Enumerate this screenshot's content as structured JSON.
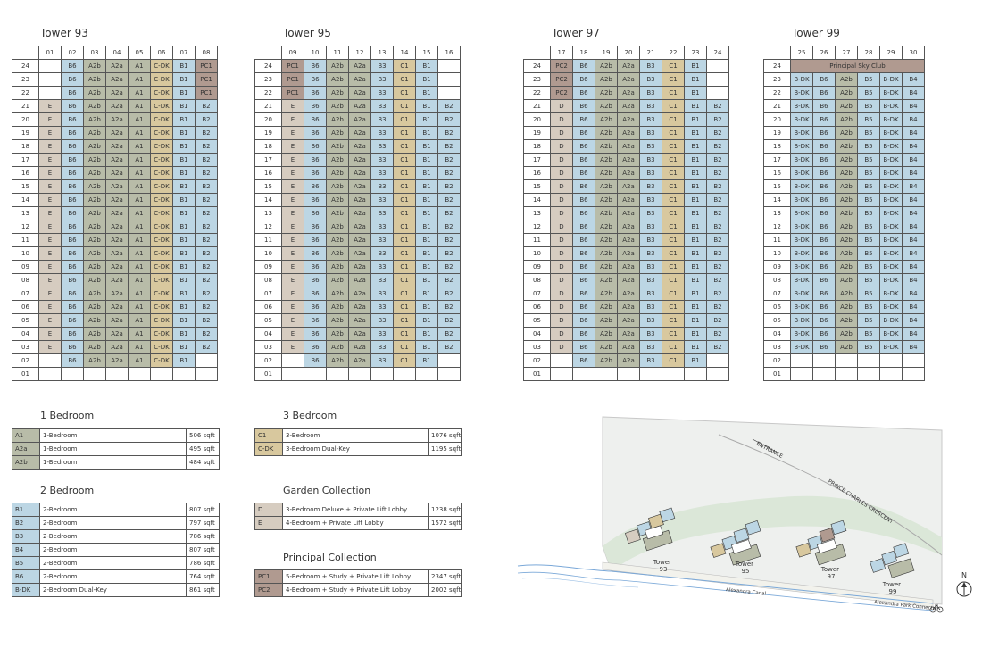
{
  "colors": {
    "A": "#b8bca8",
    "B": "#bcd6e4",
    "C": "#d8c89e",
    "G": "#d6ccc0",
    "P": "#b09a90",
    "blank": "#ffffff"
  },
  "towers": [
    {
      "title": "Tower 93",
      "units": [
        "01",
        "02",
        "03",
        "04",
        "05",
        "06",
        "07",
        "08"
      ],
      "floors": [
        "24",
        "23",
        "22",
        "21",
        "20",
        "19",
        "18",
        "17",
        "16",
        "15",
        "14",
        "13",
        "12",
        "11",
        "10",
        "09",
        "08",
        "07",
        "06",
        "05",
        "04",
        "03",
        "02",
        "01"
      ],
      "rows": [
        [
          "",
          "B6",
          "A2b",
          "A2a",
          "A1",
          "C-DK",
          "B1",
          "PC1"
        ],
        [
          "",
          "B6",
          "A2b",
          "A2a",
          "A1",
          "C-DK",
          "B1",
          "PC1"
        ],
        [
          "",
          "B6",
          "A2b",
          "A2a",
          "A1",
          "C-DK",
          "B1",
          "PC1"
        ],
        [
          "E",
          "B6",
          "A2b",
          "A2a",
          "A1",
          "C-DK",
          "B1",
          "B2"
        ],
        [
          "E",
          "B6",
          "A2b",
          "A2a",
          "A1",
          "C-DK",
          "B1",
          "B2"
        ],
        [
          "E",
          "B6",
          "A2b",
          "A2a",
          "A1",
          "C-DK",
          "B1",
          "B2"
        ],
        [
          "E",
          "B6",
          "A2b",
          "A2a",
          "A1",
          "C-DK",
          "B1",
          "B2"
        ],
        [
          "E",
          "B6",
          "A2b",
          "A2a",
          "A1",
          "C-DK",
          "B1",
          "B2"
        ],
        [
          "E",
          "B6",
          "A2b",
          "A2a",
          "A1",
          "C-DK",
          "B1",
          "B2"
        ],
        [
          "E",
          "B6",
          "A2b",
          "A2a",
          "A1",
          "C-DK",
          "B1",
          "B2"
        ],
        [
          "E",
          "B6",
          "A2b",
          "A2a",
          "A1",
          "C-DK",
          "B1",
          "B2"
        ],
        [
          "E",
          "B6",
          "A2b",
          "A2a",
          "A1",
          "C-DK",
          "B1",
          "B2"
        ],
        [
          "E",
          "B6",
          "A2b",
          "A2a",
          "A1",
          "C-DK",
          "B1",
          "B2"
        ],
        [
          "E",
          "B6",
          "A2b",
          "A2a",
          "A1",
          "C-DK",
          "B1",
          "B2"
        ],
        [
          "E",
          "B6",
          "A2b",
          "A2a",
          "A1",
          "C-DK",
          "B1",
          "B2"
        ],
        [
          "E",
          "B6",
          "A2b",
          "A2a",
          "A1",
          "C-DK",
          "B1",
          "B2"
        ],
        [
          "E",
          "B6",
          "A2b",
          "A2a",
          "A1",
          "C-DK",
          "B1",
          "B2"
        ],
        [
          "E",
          "B6",
          "A2b",
          "A2a",
          "A1",
          "C-DK",
          "B1",
          "B2"
        ],
        [
          "E",
          "B6",
          "A2b",
          "A2a",
          "A1",
          "C-DK",
          "B1",
          "B2"
        ],
        [
          "E",
          "B6",
          "A2b",
          "A2a",
          "A1",
          "C-DK",
          "B1",
          "B2"
        ],
        [
          "E",
          "B6",
          "A2b",
          "A2a",
          "A1",
          "C-DK",
          "B1",
          "B2"
        ],
        [
          "E",
          "B6",
          "A2b",
          "A2a",
          "A1",
          "C-DK",
          "B1",
          "B2"
        ],
        [
          "",
          "B6",
          "A2b",
          "A2a",
          "A1",
          "C-DK",
          "B1",
          ""
        ],
        [
          "",
          "",
          "",
          "",
          "",
          "",
          "",
          ""
        ]
      ]
    },
    {
      "title": "Tower 95",
      "units": [
        "09",
        "10",
        "11",
        "12",
        "13",
        "14",
        "15",
        "16"
      ],
      "floors": [
        "24",
        "23",
        "22",
        "21",
        "20",
        "19",
        "18",
        "17",
        "16",
        "15",
        "14",
        "13",
        "12",
        "11",
        "10",
        "09",
        "08",
        "07",
        "06",
        "05",
        "04",
        "03",
        "02",
        "01"
      ],
      "rows": [
        [
          "PC1",
          "B6",
          "A2b",
          "A2a",
          "B3",
          "C1",
          "B1",
          ""
        ],
        [
          "PC1",
          "B6",
          "A2b",
          "A2a",
          "B3",
          "C1",
          "B1",
          ""
        ],
        [
          "PC1",
          "B6",
          "A2b",
          "A2a",
          "B3",
          "C1",
          "B1",
          ""
        ],
        [
          "E",
          "B6",
          "A2b",
          "A2a",
          "B3",
          "C1",
          "B1",
          "B2"
        ],
        [
          "E",
          "B6",
          "A2b",
          "A2a",
          "B3",
          "C1",
          "B1",
          "B2"
        ],
        [
          "E",
          "B6",
          "A2b",
          "A2a",
          "B3",
          "C1",
          "B1",
          "B2"
        ],
        [
          "E",
          "B6",
          "A2b",
          "A2a",
          "B3",
          "C1",
          "B1",
          "B2"
        ],
        [
          "E",
          "B6",
          "A2b",
          "A2a",
          "B3",
          "C1",
          "B1",
          "B2"
        ],
        [
          "E",
          "B6",
          "A2b",
          "A2a",
          "B3",
          "C1",
          "B1",
          "B2"
        ],
        [
          "E",
          "B6",
          "A2b",
          "A2a",
          "B3",
          "C1",
          "B1",
          "B2"
        ],
        [
          "E",
          "B6",
          "A2b",
          "A2a",
          "B3",
          "C1",
          "B1",
          "B2"
        ],
        [
          "E",
          "B6",
          "A2b",
          "A2a",
          "B3",
          "C1",
          "B1",
          "B2"
        ],
        [
          "E",
          "B6",
          "A2b",
          "A2a",
          "B3",
          "C1",
          "B1",
          "B2"
        ],
        [
          "E",
          "B6",
          "A2b",
          "A2a",
          "B3",
          "C1",
          "B1",
          "B2"
        ],
        [
          "E",
          "B6",
          "A2b",
          "A2a",
          "B3",
          "C1",
          "B1",
          "B2"
        ],
        [
          "E",
          "B6",
          "A2b",
          "A2a",
          "B3",
          "C1",
          "B1",
          "B2"
        ],
        [
          "E",
          "B6",
          "A2b",
          "A2a",
          "B3",
          "C1",
          "B1",
          "B2"
        ],
        [
          "E",
          "B6",
          "A2b",
          "A2a",
          "B3",
          "C1",
          "B1",
          "B2"
        ],
        [
          "E",
          "B6",
          "A2b",
          "A2a",
          "B3",
          "C1",
          "B1",
          "B2"
        ],
        [
          "E",
          "B6",
          "A2b",
          "A2a",
          "B3",
          "C1",
          "B1",
          "B2"
        ],
        [
          "E",
          "B6",
          "A2b",
          "A2a",
          "B3",
          "C1",
          "B1",
          "B2"
        ],
        [
          "E",
          "B6",
          "A2b",
          "A2a",
          "B3",
          "C1",
          "B1",
          "B2"
        ],
        [
          "",
          "B6",
          "A2b",
          "A2a",
          "B3",
          "C1",
          "B1",
          ""
        ],
        [
          "",
          "",
          "",
          "",
          "",
          "",
          "",
          ""
        ]
      ]
    },
    {
      "title": "Tower 97",
      "units": [
        "17",
        "18",
        "19",
        "20",
        "21",
        "22",
        "23",
        "24"
      ],
      "floors": [
        "24",
        "23",
        "22",
        "21",
        "20",
        "19",
        "18",
        "17",
        "16",
        "15",
        "14",
        "13",
        "12",
        "11",
        "10",
        "09",
        "08",
        "07",
        "06",
        "05",
        "04",
        "03",
        "02",
        "01"
      ],
      "rows": [
        [
          "PC2",
          "B6",
          "A2b",
          "A2a",
          "B3",
          "C1",
          "B1",
          ""
        ],
        [
          "PC2",
          "B6",
          "A2b",
          "A2a",
          "B3",
          "C1",
          "B1",
          ""
        ],
        [
          "PC2",
          "B6",
          "A2b",
          "A2a",
          "B3",
          "C1",
          "B1",
          ""
        ],
        [
          "D",
          "B6",
          "A2b",
          "A2a",
          "B3",
          "C1",
          "B1",
          "B2"
        ],
        [
          "D",
          "B6",
          "A2b",
          "A2a",
          "B3",
          "C1",
          "B1",
          "B2"
        ],
        [
          "D",
          "B6",
          "A2b",
          "A2a",
          "B3",
          "C1",
          "B1",
          "B2"
        ],
        [
          "D",
          "B6",
          "A2b",
          "A2a",
          "B3",
          "C1",
          "B1",
          "B2"
        ],
        [
          "D",
          "B6",
          "A2b",
          "A2a",
          "B3",
          "C1",
          "B1",
          "B2"
        ],
        [
          "D",
          "B6",
          "A2b",
          "A2a",
          "B3",
          "C1",
          "B1",
          "B2"
        ],
        [
          "D",
          "B6",
          "A2b",
          "A2a",
          "B3",
          "C1",
          "B1",
          "B2"
        ],
        [
          "D",
          "B6",
          "A2b",
          "A2a",
          "B3",
          "C1",
          "B1",
          "B2"
        ],
        [
          "D",
          "B6",
          "A2b",
          "A2a",
          "B3",
          "C1",
          "B1",
          "B2"
        ],
        [
          "D",
          "B6",
          "A2b",
          "A2a",
          "B3",
          "C1",
          "B1",
          "B2"
        ],
        [
          "D",
          "B6",
          "A2b",
          "A2a",
          "B3",
          "C1",
          "B1",
          "B2"
        ],
        [
          "D",
          "B6",
          "A2b",
          "A2a",
          "B3",
          "C1",
          "B1",
          "B2"
        ],
        [
          "D",
          "B6",
          "A2b",
          "A2a",
          "B3",
          "C1",
          "B1",
          "B2"
        ],
        [
          "D",
          "B6",
          "A2b",
          "A2a",
          "B3",
          "C1",
          "B1",
          "B2"
        ],
        [
          "D",
          "B6",
          "A2b",
          "A2a",
          "B3",
          "C1",
          "B1",
          "B2"
        ],
        [
          "D",
          "B6",
          "A2b",
          "A2a",
          "B3",
          "C1",
          "B1",
          "B2"
        ],
        [
          "D",
          "B6",
          "A2b",
          "A2a",
          "B3",
          "C1",
          "B1",
          "B2"
        ],
        [
          "D",
          "B6",
          "A2b",
          "A2a",
          "B3",
          "C1",
          "B1",
          "B2"
        ],
        [
          "D",
          "B6",
          "A2b",
          "A2a",
          "B3",
          "C1",
          "B1",
          "B2"
        ],
        [
          "",
          "B6",
          "A2b",
          "A2a",
          "B3",
          "C1",
          "B1",
          ""
        ],
        [
          "",
          "",
          "",
          "",
          "",
          "",
          "",
          ""
        ]
      ]
    },
    {
      "title": "Tower 99",
      "units": [
        "25",
        "26",
        "27",
        "28",
        "29",
        "30"
      ],
      "floors": [
        "24",
        "23",
        "22",
        "21",
        "20",
        "19",
        "18",
        "17",
        "16",
        "15",
        "14",
        "13",
        "12",
        "11",
        "10",
        "09",
        "08",
        "07",
        "06",
        "05",
        "04",
        "03",
        "02",
        "01"
      ],
      "penthouse_label": "Principal Sky Club",
      "rows": [
        [
          "PSC",
          "",
          "",
          "",
          "",
          ""
        ],
        [
          "B-DK",
          "B6",
          "A2b",
          "B5",
          "B-DK",
          "B4"
        ],
        [
          "B-DK",
          "B6",
          "A2b",
          "B5",
          "B-DK",
          "B4"
        ],
        [
          "B-DK",
          "B6",
          "A2b",
          "B5",
          "B-DK",
          "B4"
        ],
        [
          "B-DK",
          "B6",
          "A2b",
          "B5",
          "B-DK",
          "B4"
        ],
        [
          "B-DK",
          "B6",
          "A2b",
          "B5",
          "B-DK",
          "B4"
        ],
        [
          "B-DK",
          "B6",
          "A2b",
          "B5",
          "B-DK",
          "B4"
        ],
        [
          "B-DK",
          "B6",
          "A2b",
          "B5",
          "B-DK",
          "B4"
        ],
        [
          "B-DK",
          "B6",
          "A2b",
          "B5",
          "B-DK",
          "B4"
        ],
        [
          "B-DK",
          "B6",
          "A2b",
          "B5",
          "B-DK",
          "B4"
        ],
        [
          "B-DK",
          "B6",
          "A2b",
          "B5",
          "B-DK",
          "B4"
        ],
        [
          "B-DK",
          "B6",
          "A2b",
          "B5",
          "B-DK",
          "B4"
        ],
        [
          "B-DK",
          "B6",
          "A2b",
          "B5",
          "B-DK",
          "B4"
        ],
        [
          "B-DK",
          "B6",
          "A2b",
          "B5",
          "B-DK",
          "B4"
        ],
        [
          "B-DK",
          "B6",
          "A2b",
          "B5",
          "B-DK",
          "B4"
        ],
        [
          "B-DK",
          "B6",
          "A2b",
          "B5",
          "B-DK",
          "B4"
        ],
        [
          "B-DK",
          "B6",
          "A2b",
          "B5",
          "B-DK",
          "B4"
        ],
        [
          "B-DK",
          "B6",
          "A2b",
          "B5",
          "B-DK",
          "B4"
        ],
        [
          "B-DK",
          "B6",
          "A2b",
          "B5",
          "B-DK",
          "B4"
        ],
        [
          "B-DK",
          "B6",
          "A2b",
          "B5",
          "B-DK",
          "B4"
        ],
        [
          "B-DK",
          "B6",
          "A2b",
          "B5",
          "B-DK",
          "B4"
        ],
        [
          "B-DK",
          "B6",
          "A2b",
          "B5",
          "B-DK",
          "B4"
        ],
        [
          "",
          "",
          "",
          "",
          "",
          ""
        ],
        [
          "",
          "",
          "",
          "",
          "",
          ""
        ]
      ]
    }
  ],
  "legends": [
    {
      "title": "1 Bedroom",
      "items": [
        {
          "code": "A1",
          "desc": "1-Bedroom",
          "size": "506 sqft",
          "cat": "A"
        },
        {
          "code": "A2a",
          "desc": "1-Bedroom",
          "size": "495 sqft",
          "cat": "A"
        },
        {
          "code": "A2b",
          "desc": "1-Bedroom",
          "size": "484 sqft",
          "cat": "A"
        }
      ]
    },
    {
      "title": "3 Bedroom",
      "items": [
        {
          "code": "C1",
          "desc": "3-Bedroom",
          "size": "1076 sqft",
          "cat": "C"
        },
        {
          "code": "C-DK",
          "desc": "3-Bedroom Dual-Key",
          "size": "1195 sqft",
          "cat": "C"
        }
      ]
    },
    {
      "title": "2 Bedroom",
      "items": [
        {
          "code": "B1",
          "desc": "2-Bedroom",
          "size": "807 sqft",
          "cat": "B"
        },
        {
          "code": "B2",
          "desc": "2-Bedroom",
          "size": "797 sqft",
          "cat": "B"
        },
        {
          "code": "B3",
          "desc": "2-Bedroom",
          "size": "786 sqft",
          "cat": "B"
        },
        {
          "code": "B4",
          "desc": "2-Bedroom",
          "size": "807 sqft",
          "cat": "B"
        },
        {
          "code": "B5",
          "desc": "2-Bedroom",
          "size": "786 sqft",
          "cat": "B"
        },
        {
          "code": "B6",
          "desc": "2-Bedroom",
          "size": "764 sqft",
          "cat": "B"
        },
        {
          "code": "B-DK",
          "desc": "2-Bedroom Dual-Key",
          "size": "861 sqft",
          "cat": "B"
        }
      ]
    },
    {
      "title": "Garden Collection",
      "items": [
        {
          "code": "D",
          "desc": "3-Bedroom Deluxe + Private Lift Lobby",
          "size": "1238 sqft",
          "cat": "G"
        },
        {
          "code": "E",
          "desc": "4-Bedroom + Private Lift Lobby",
          "size": "1572 sqft",
          "cat": "G"
        }
      ]
    },
    {
      "title": "Principal Collection",
      "items": [
        {
          "code": "PC1",
          "desc": "5-Bedroom + Study + Private Lift Lobby",
          "size": "2347 sqft",
          "cat": "P"
        },
        {
          "code": "PC2",
          "desc": "4-Bedroom + Study + Private Lift Lobby",
          "size": "2002 sqft",
          "cat": "P"
        }
      ]
    }
  ],
  "site_map": {
    "entrance": "ENTRANCE",
    "road": "PRINCE CHARLES CRESCENT",
    "canal": "Alexandra Canal",
    "connector": "Alexandra Park Connector",
    "north": "N",
    "towers": [
      {
        "line1": "Tower",
        "line2": "93",
        "units": [
          "06",
          "07",
          "08",
          "01"
        ]
      },
      {
        "line1": "Tower",
        "line2": "95",
        "units": [
          "14",
          "13",
          "12",
          "10",
          "09"
        ]
      },
      {
        "line1": "Tower",
        "line2": "97",
        "units": [
          "22",
          "23",
          "24",
          "17"
        ]
      },
      {
        "line1": "Tower",
        "line2": "99",
        "units": [
          "30",
          "29",
          "28",
          "26"
        ]
      }
    ]
  }
}
